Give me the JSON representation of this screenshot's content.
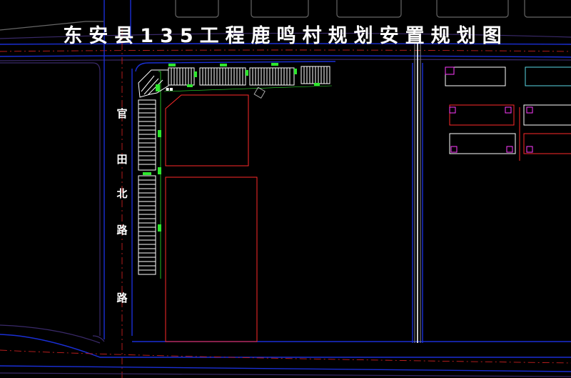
{
  "title": "东安县135工程鹿鸣村规划安置规划图",
  "road": {
    "chars": [
      "官",
      "田",
      "北",
      "路",
      "路"
    ]
  },
  "colors": {
    "background": "#000000",
    "road_line": "#1a2fd6",
    "road_line_dark": "#3a2a6a",
    "plot": "#ff2a2a",
    "parking": "#ffffff",
    "green": "#2ee62e",
    "magenta": "#ff3cff",
    "cyan": "#5ad9e6",
    "grey": "#8a8a8a"
  }
}
